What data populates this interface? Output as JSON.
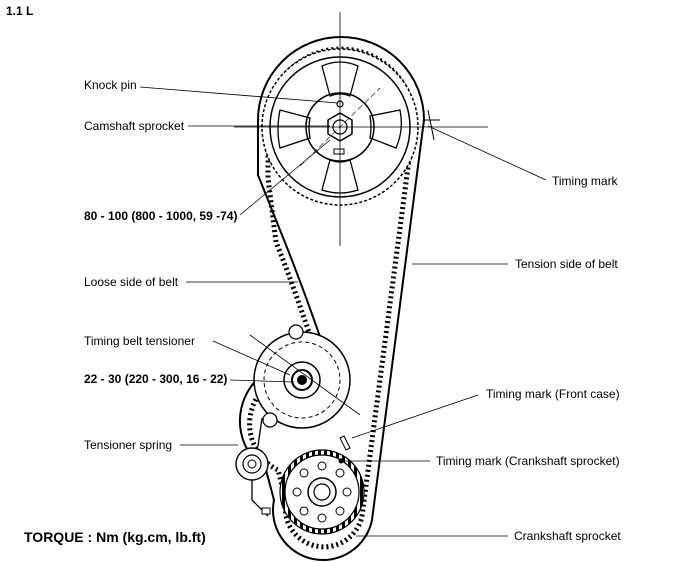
{
  "title": "1.1 L",
  "torque_note": "TORQUE : Nm (kg.cm, lb.ft)",
  "labels": {
    "knock_pin": "Knock pin",
    "camshaft_sprocket": "Camshaft sprocket",
    "camshaft_bolt_torque": "80 - 100 (800 - 1000, 59 -74)",
    "loose_side": "Loose side of belt",
    "tensioner": "Timing belt tensioner",
    "tensioner_bolt_torque": "22 - 30 (220 - 300, 16 - 22)",
    "tensioner_spring": "Tensioner spring",
    "timing_mark_cam": "Timing mark",
    "tension_side": "Tension side of belt",
    "timing_mark_front_case": "Timing mark (Front case)",
    "timing_mark_crank": "Timing mark (Crankshaft sprocket)",
    "crankshaft_sprocket": "Crankshaft sprocket"
  }
}
